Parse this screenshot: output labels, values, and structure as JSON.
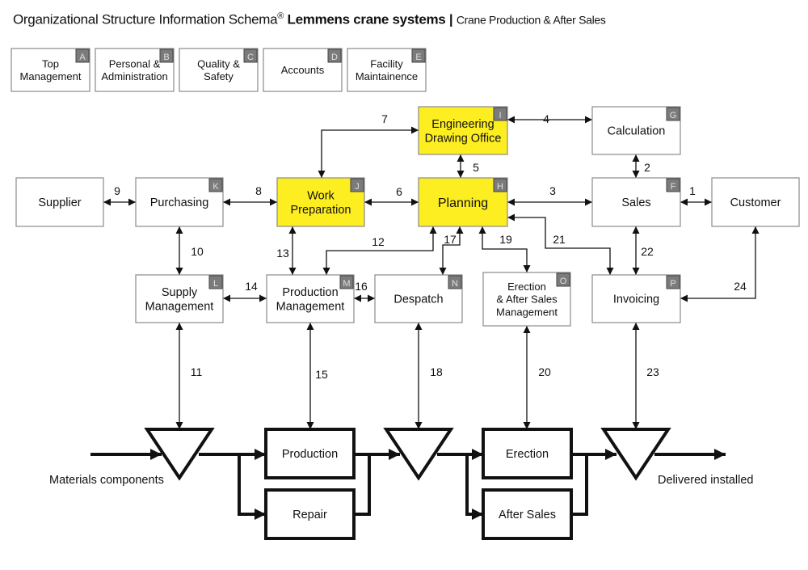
{
  "title": {
    "main": "Organizational Structure Information Schema",
    "registered_mark": "®",
    "brand": "Lemmens crane systems",
    "separator": "|",
    "subtitle": "Crane Production & After Sales"
  },
  "colors": {
    "highlight": "#fdee21",
    "badge": "#7b7b7b",
    "box_border": "#8a8a8a",
    "line": "#111111"
  },
  "departments": [
    {
      "code": "A",
      "lines": [
        "Top",
        "Management"
      ]
    },
    {
      "code": "B",
      "lines": [
        "Personal &",
        "Administration"
      ]
    },
    {
      "code": "C",
      "lines": [
        "Quality &",
        "Safety"
      ]
    },
    {
      "code": "D",
      "lines": [
        "Accounts"
      ]
    },
    {
      "code": "E",
      "lines": [
        "Facility",
        "Maintainence"
      ]
    }
  ],
  "nodes": [
    {
      "id": "engineering",
      "code": "I",
      "lines": [
        "Engineering",
        "Drawing Office"
      ],
      "highlighted": true
    },
    {
      "id": "calculation",
      "code": "G",
      "lines": [
        "Calculation"
      ],
      "highlighted": false
    },
    {
      "id": "supplier",
      "code": "",
      "lines": [
        "Supplier"
      ],
      "highlighted": false
    },
    {
      "id": "purchasing",
      "code": "K",
      "lines": [
        "Purchasing"
      ],
      "highlighted": false
    },
    {
      "id": "work-preparation",
      "code": "J",
      "lines": [
        "Work",
        "Preparation"
      ],
      "highlighted": true
    },
    {
      "id": "planning",
      "code": "H",
      "lines": [
        "Planning"
      ],
      "highlighted": true
    },
    {
      "id": "sales",
      "code": "F",
      "lines": [
        "Sales"
      ],
      "highlighted": false
    },
    {
      "id": "customer",
      "code": "",
      "lines": [
        "Customer"
      ],
      "highlighted": false
    },
    {
      "id": "supply-management",
      "code": "L",
      "lines": [
        "Supply",
        "Management"
      ],
      "highlighted": false
    },
    {
      "id": "production-management",
      "code": "M",
      "lines": [
        "Production",
        "Management"
      ],
      "highlighted": false
    },
    {
      "id": "despatch",
      "code": "N",
      "lines": [
        "Despatch"
      ],
      "highlighted": false
    },
    {
      "id": "erection-after-sales-management",
      "code": "O",
      "lines": [
        "Erection",
        "&   After Sales",
        "Management"
      ],
      "highlighted": false
    },
    {
      "id": "invoicing",
      "code": "P",
      "lines": [
        "Invoicing"
      ],
      "highlighted": false
    }
  ],
  "connectors": [
    "1",
    "2",
    "3",
    "4",
    "5",
    "6",
    "7",
    "8",
    "9",
    "10",
    "11",
    "12",
    "13",
    "14",
    "15",
    "16",
    "17",
    "18",
    "19",
    "20",
    "21",
    "22",
    "23",
    "24"
  ],
  "flow": {
    "input_label": "Materials components",
    "output_label": "Delivered installed",
    "processes": [
      {
        "id": "production",
        "label": "Production"
      },
      {
        "id": "repair",
        "label": "Repair"
      },
      {
        "id": "erection",
        "label": "Erection"
      },
      {
        "id": "after-sales",
        "label": "After Sales"
      }
    ]
  }
}
